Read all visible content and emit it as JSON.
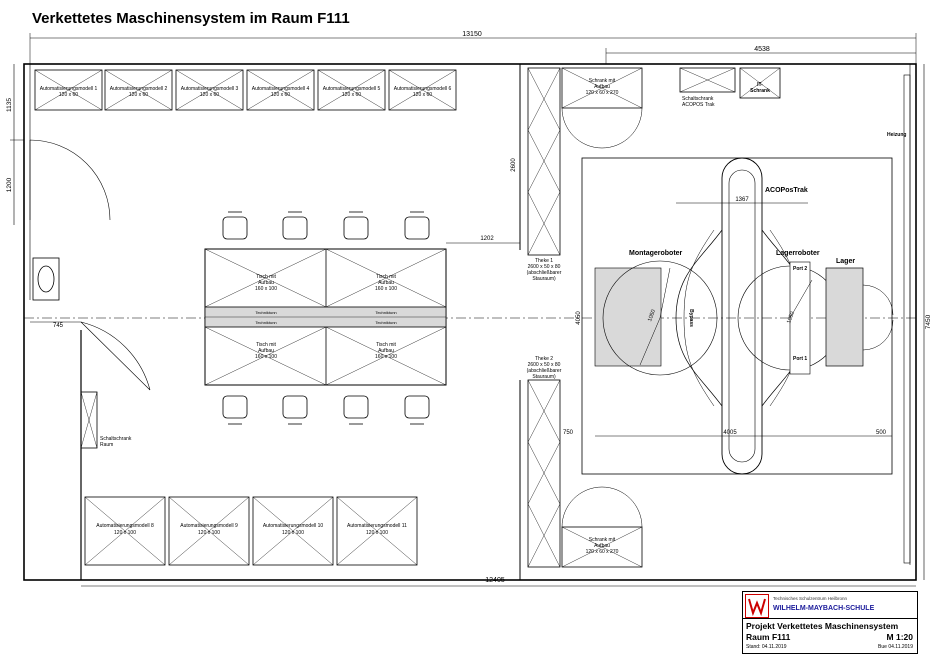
{
  "title": "Verkettetes Maschinensystem im Raum F111",
  "dimensions": {
    "total_width": "13150",
    "bottom_width": "12405",
    "right_segment": "4538",
    "left_top": "1135",
    "left_door": "1200",
    "door_offset": "745",
    "theke_offset": "1202",
    "theke_height": "2600",
    "track_length": "1367",
    "track_height": "4050",
    "robot_radius": "1050",
    "inner_offset": "750",
    "span": "4005",
    "lager_offset": "500",
    "room_depth": "7450"
  },
  "stations": [
    {
      "label": "Automatisierungsmodell 1",
      "size": "120 x 60"
    },
    {
      "label": "Automatisierungsmodell 2",
      "size": "120 x 60"
    },
    {
      "label": "Automatisierungsmodell 3",
      "size": "120 x 60"
    },
    {
      "label": "Automatisierungsmodell 4",
      "size": "120 x 60"
    },
    {
      "label": "Automatisierungsmodell 5",
      "size": "120 x 60"
    },
    {
      "label": "Automatisierungsmodell 6",
      "size": "120 x 60"
    },
    {
      "label": "Automatisierungsmodell 8",
      "size": "120 x 100"
    },
    {
      "label": "Automatisierungsmodell 9",
      "size": "120 x 100"
    },
    {
      "label": "Automatisierungsmodell 10",
      "size": "120 x 100"
    },
    {
      "label": "Automatisierungsmodell 11",
      "size": "120 x 100"
    }
  ],
  "tables": {
    "label1": "Tisch mit",
    "label2": "Aufbau",
    "size": "160 x 100",
    "channel": "Techniktunn"
  },
  "theke1": {
    "name": "Theke 1",
    "size": "2600 x 50 x 80",
    "note": "(abschließbarer",
    "note2": "Stauraum)"
  },
  "theke2": {
    "name": "Theke 2",
    "size": "2600 x 50 x 80",
    "note": "(abschließbarer",
    "note2": "Stauraum)"
  },
  "schrank": {
    "label": "Schrank mit",
    "label2": "Aufbau",
    "size": "120 x 60 x 270"
  },
  "schaltschrank_acopos": {
    "label": "Schaltschrank",
    "label2": "ACOPOS Trak"
  },
  "it_schrank": {
    "label": "IT-",
    "label2": "Schrank"
  },
  "schaltschrank_raum": {
    "label": "Schaltschrank",
    "label2": "Raum"
  },
  "heizung": "Heizung",
  "acopostrak": "ACOPosTrak",
  "montageroboter": "Montageroboter",
  "lagerroboter": "Lagerroboter",
  "lager": "Lager",
  "bypass": "Bypass",
  "port1": "Port 1",
  "port2": "Port 2",
  "titleblock": {
    "school_small": "Technisches Schulzentrum Heilbronn",
    "school": "WILHELM-MAYBACH-SCHULE",
    "project": "Projekt Verkettetes Maschinensystem",
    "room": "Raum F111",
    "scale": "M 1:20",
    "stand": "Stand: 04.11.2019",
    "issue": "Bue 04.11.2019"
  },
  "colors": {
    "line": "#000000",
    "shade": "#d9d9d9",
    "accent": "#cc0000",
    "school": "#1a1a9a"
  }
}
